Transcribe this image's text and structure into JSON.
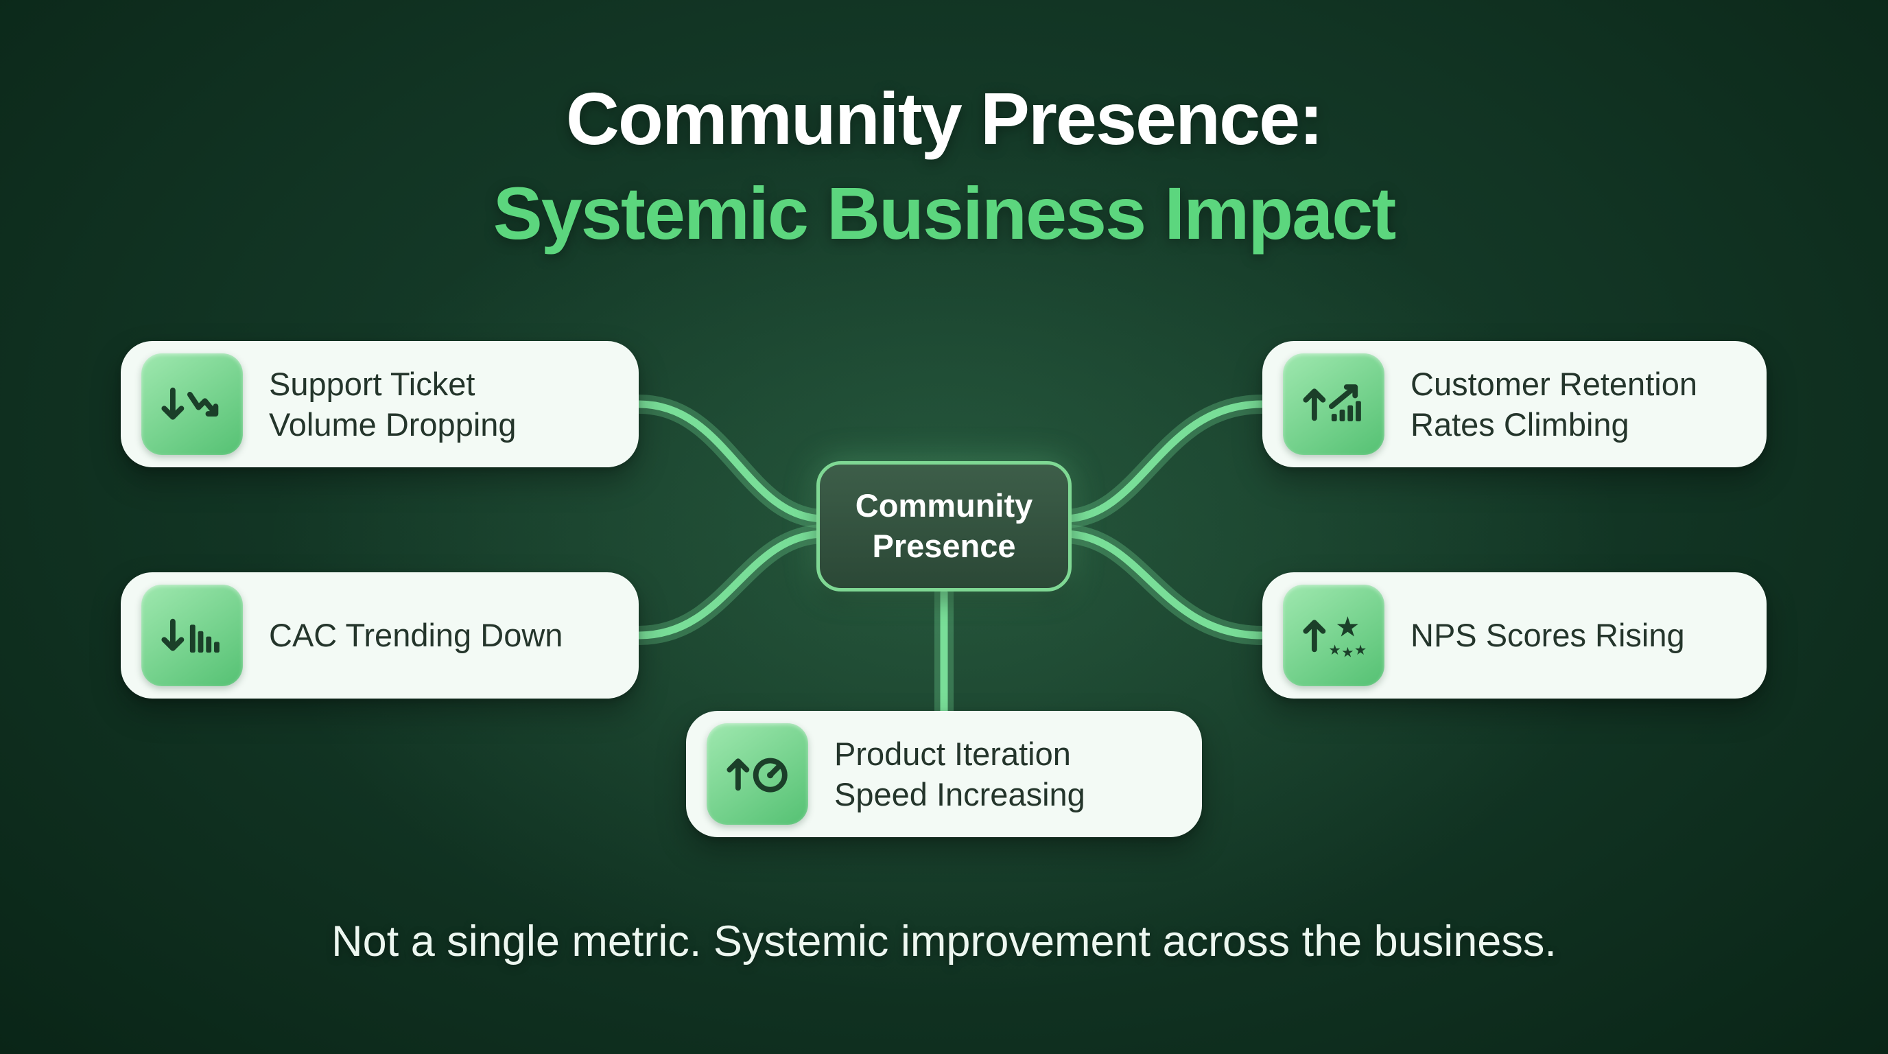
{
  "title": {
    "line1": "Community Presence:",
    "line2": "Systemic Business Impact"
  },
  "center_node": {
    "line1": "Community",
    "line2": "Presence"
  },
  "cards": {
    "support_ticket": {
      "line1": "Support Ticket",
      "line2": "Volume Dropping",
      "icon": "down-arrow-declining-line-chart-icon"
    },
    "cac": {
      "line1": "CAC Trending Down",
      "line2": "",
      "icon": "down-arrow-declining-bars-icon"
    },
    "retention": {
      "line1": "Customer Retention",
      "line2": "Rates Climbing",
      "icon": "up-arrow-growth-bars-icon"
    },
    "nps": {
      "line1": "NPS Scores Rising",
      "line2": "",
      "icon": "up-arrow-stars-icon"
    },
    "iteration": {
      "line1": "Product Iteration",
      "line2": "Speed Increasing",
      "icon": "up-arrow-speedometer-icon"
    }
  },
  "footer": {
    "text": "Not a single metric. Systemic improvement across the business."
  },
  "colors": {
    "title_accent": "#5cd67e",
    "background_dark": "#0a2517",
    "background_mid": "#1a4530",
    "card_background": "#f3faf5",
    "icon_tile_gradient_from": "#9fe8af",
    "icon_tile_gradient_to": "#55c173",
    "icon_glyph": "#1b3f29",
    "connector": "#79de98",
    "node_border": "#7fd894",
    "node_background": "#2b4836",
    "card_text": "#24352b"
  }
}
